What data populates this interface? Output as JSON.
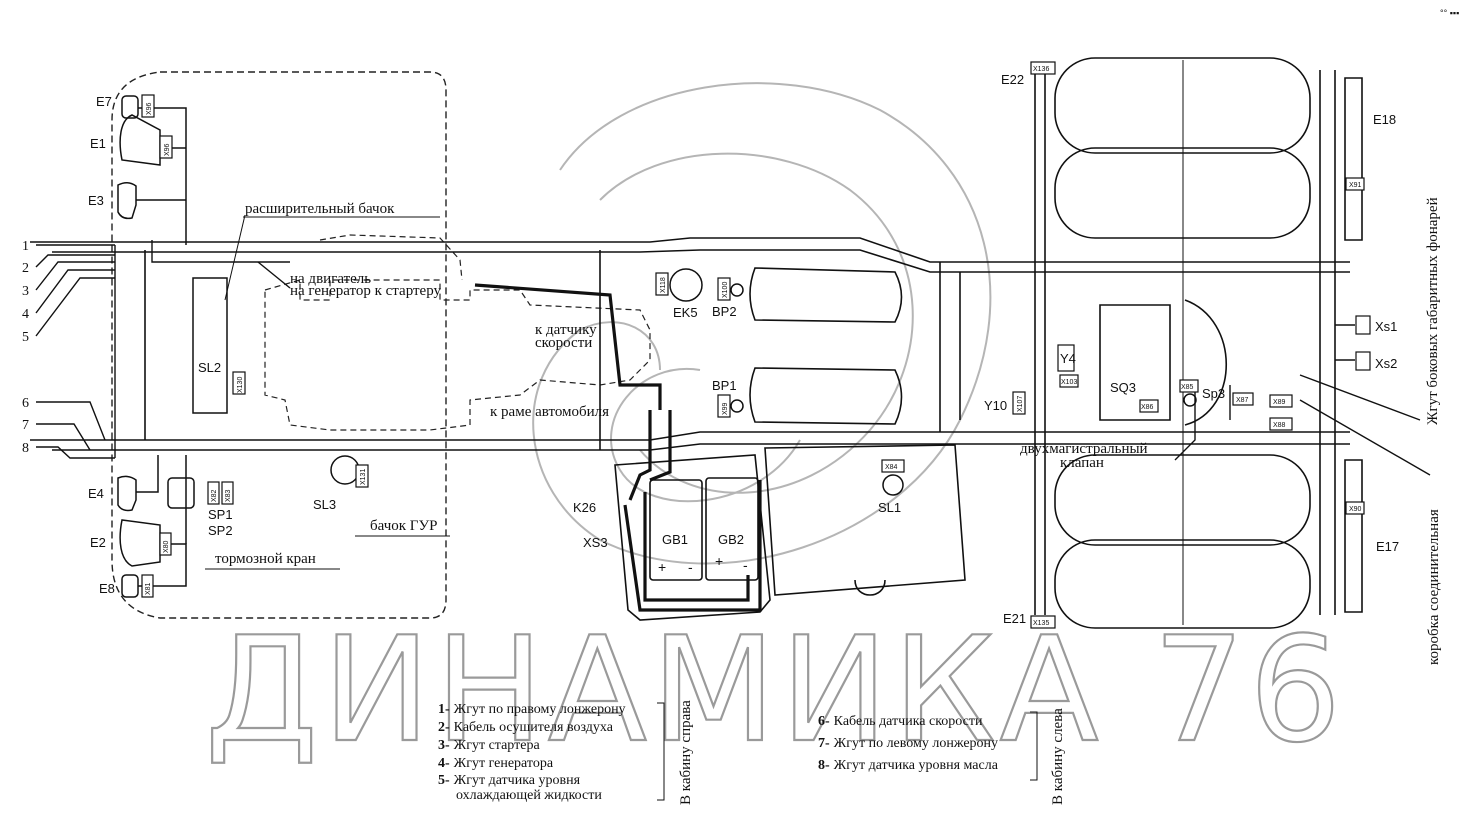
{
  "corner_mark": "°° ▪▪▪",
  "watermark": "ДИНАМИКА 76",
  "harness_numbers": [
    "1",
    "2",
    "3",
    "4",
    "5",
    "6",
    "7",
    "8"
  ],
  "labels": {
    "expansion_tank": "расширительный бачок",
    "to_engine": "на двигатель",
    "to_generator": "на генератор к стартеру",
    "speed_sensor_1": "к датчику",
    "speed_sensor_2": "скорости",
    "to_frame": "к раме автомобиля",
    "brake_valve": "тормозной кран",
    "gur_tank": "бачок ГУР",
    "dual_valve_1": "двухмагистральный",
    "dual_valve_2": "клапан",
    "side_lamps_harness": "Жгут боковых габаритных фонарей",
    "junction_box": "коробка соединительная",
    "to_cab_right": "В кабину справа",
    "to_cab_left": "В кабину слева",
    "plus": "+",
    "minus": "-"
  },
  "components": {
    "E7": "E7",
    "E1": "E1",
    "E3": "E3",
    "E4": "E4",
    "E2": "E2",
    "E8": "E8",
    "SL2": "SL2",
    "SL3": "SL3",
    "SL1": "SL1",
    "SP1": "SP1",
    "SP2": "SP2",
    "EK5": "EK5",
    "BP2": "BP2",
    "BP1": "BP1",
    "K26": "K26",
    "XS3": "XS3",
    "GB1": "GB1",
    "GB2": "GB2",
    "E22": "E22",
    "E21": "E21",
    "E18": "E18",
    "E17": "E17",
    "Xs1": "Xs1",
    "Xs2": "Xs2",
    "Y4": "Y4",
    "Y10": "Y10",
    "SQ3": "SQ3",
    "Sp3": "Sp3"
  },
  "connectors": {
    "X96a": "X96",
    "X96b": "X96",
    "X130": "X130",
    "X82": "X82",
    "X83": "X83",
    "X80": "X80",
    "X81": "X81",
    "X131": "X131",
    "X118": "X118",
    "X100": "X100",
    "X99": "X99",
    "X84": "X84",
    "X107": "X107",
    "X103": "X103",
    "X85": "X85",
    "X86": "X86",
    "X87": "X87",
    "X89": "X89",
    "X88": "X88",
    "X91": "X91",
    "X90": "X90",
    "X136": "X136",
    "X135": "X135"
  },
  "legend_right": [
    {
      "num": "1-",
      "text": "Жгут по правому лонжерону"
    },
    {
      "num": "2-",
      "text": "Кабель осушителя воздуха"
    },
    {
      "num": "3-",
      "text": "Жгут стартера"
    },
    {
      "num": "4-",
      "text": "Жгут генератора"
    },
    {
      "num": "5-",
      "text": "Жгут датчика уровня"
    },
    {
      "num": "",
      "text": "охлаждающей жидкости"
    }
  ],
  "legend_left": [
    {
      "num": "6-",
      "text": "Кабель датчика скорости"
    },
    {
      "num": "7-",
      "text": "Жгут по левому лонжерону"
    },
    {
      "num": "8-",
      "text": "Жгут датчика уровня масла"
    }
  ]
}
